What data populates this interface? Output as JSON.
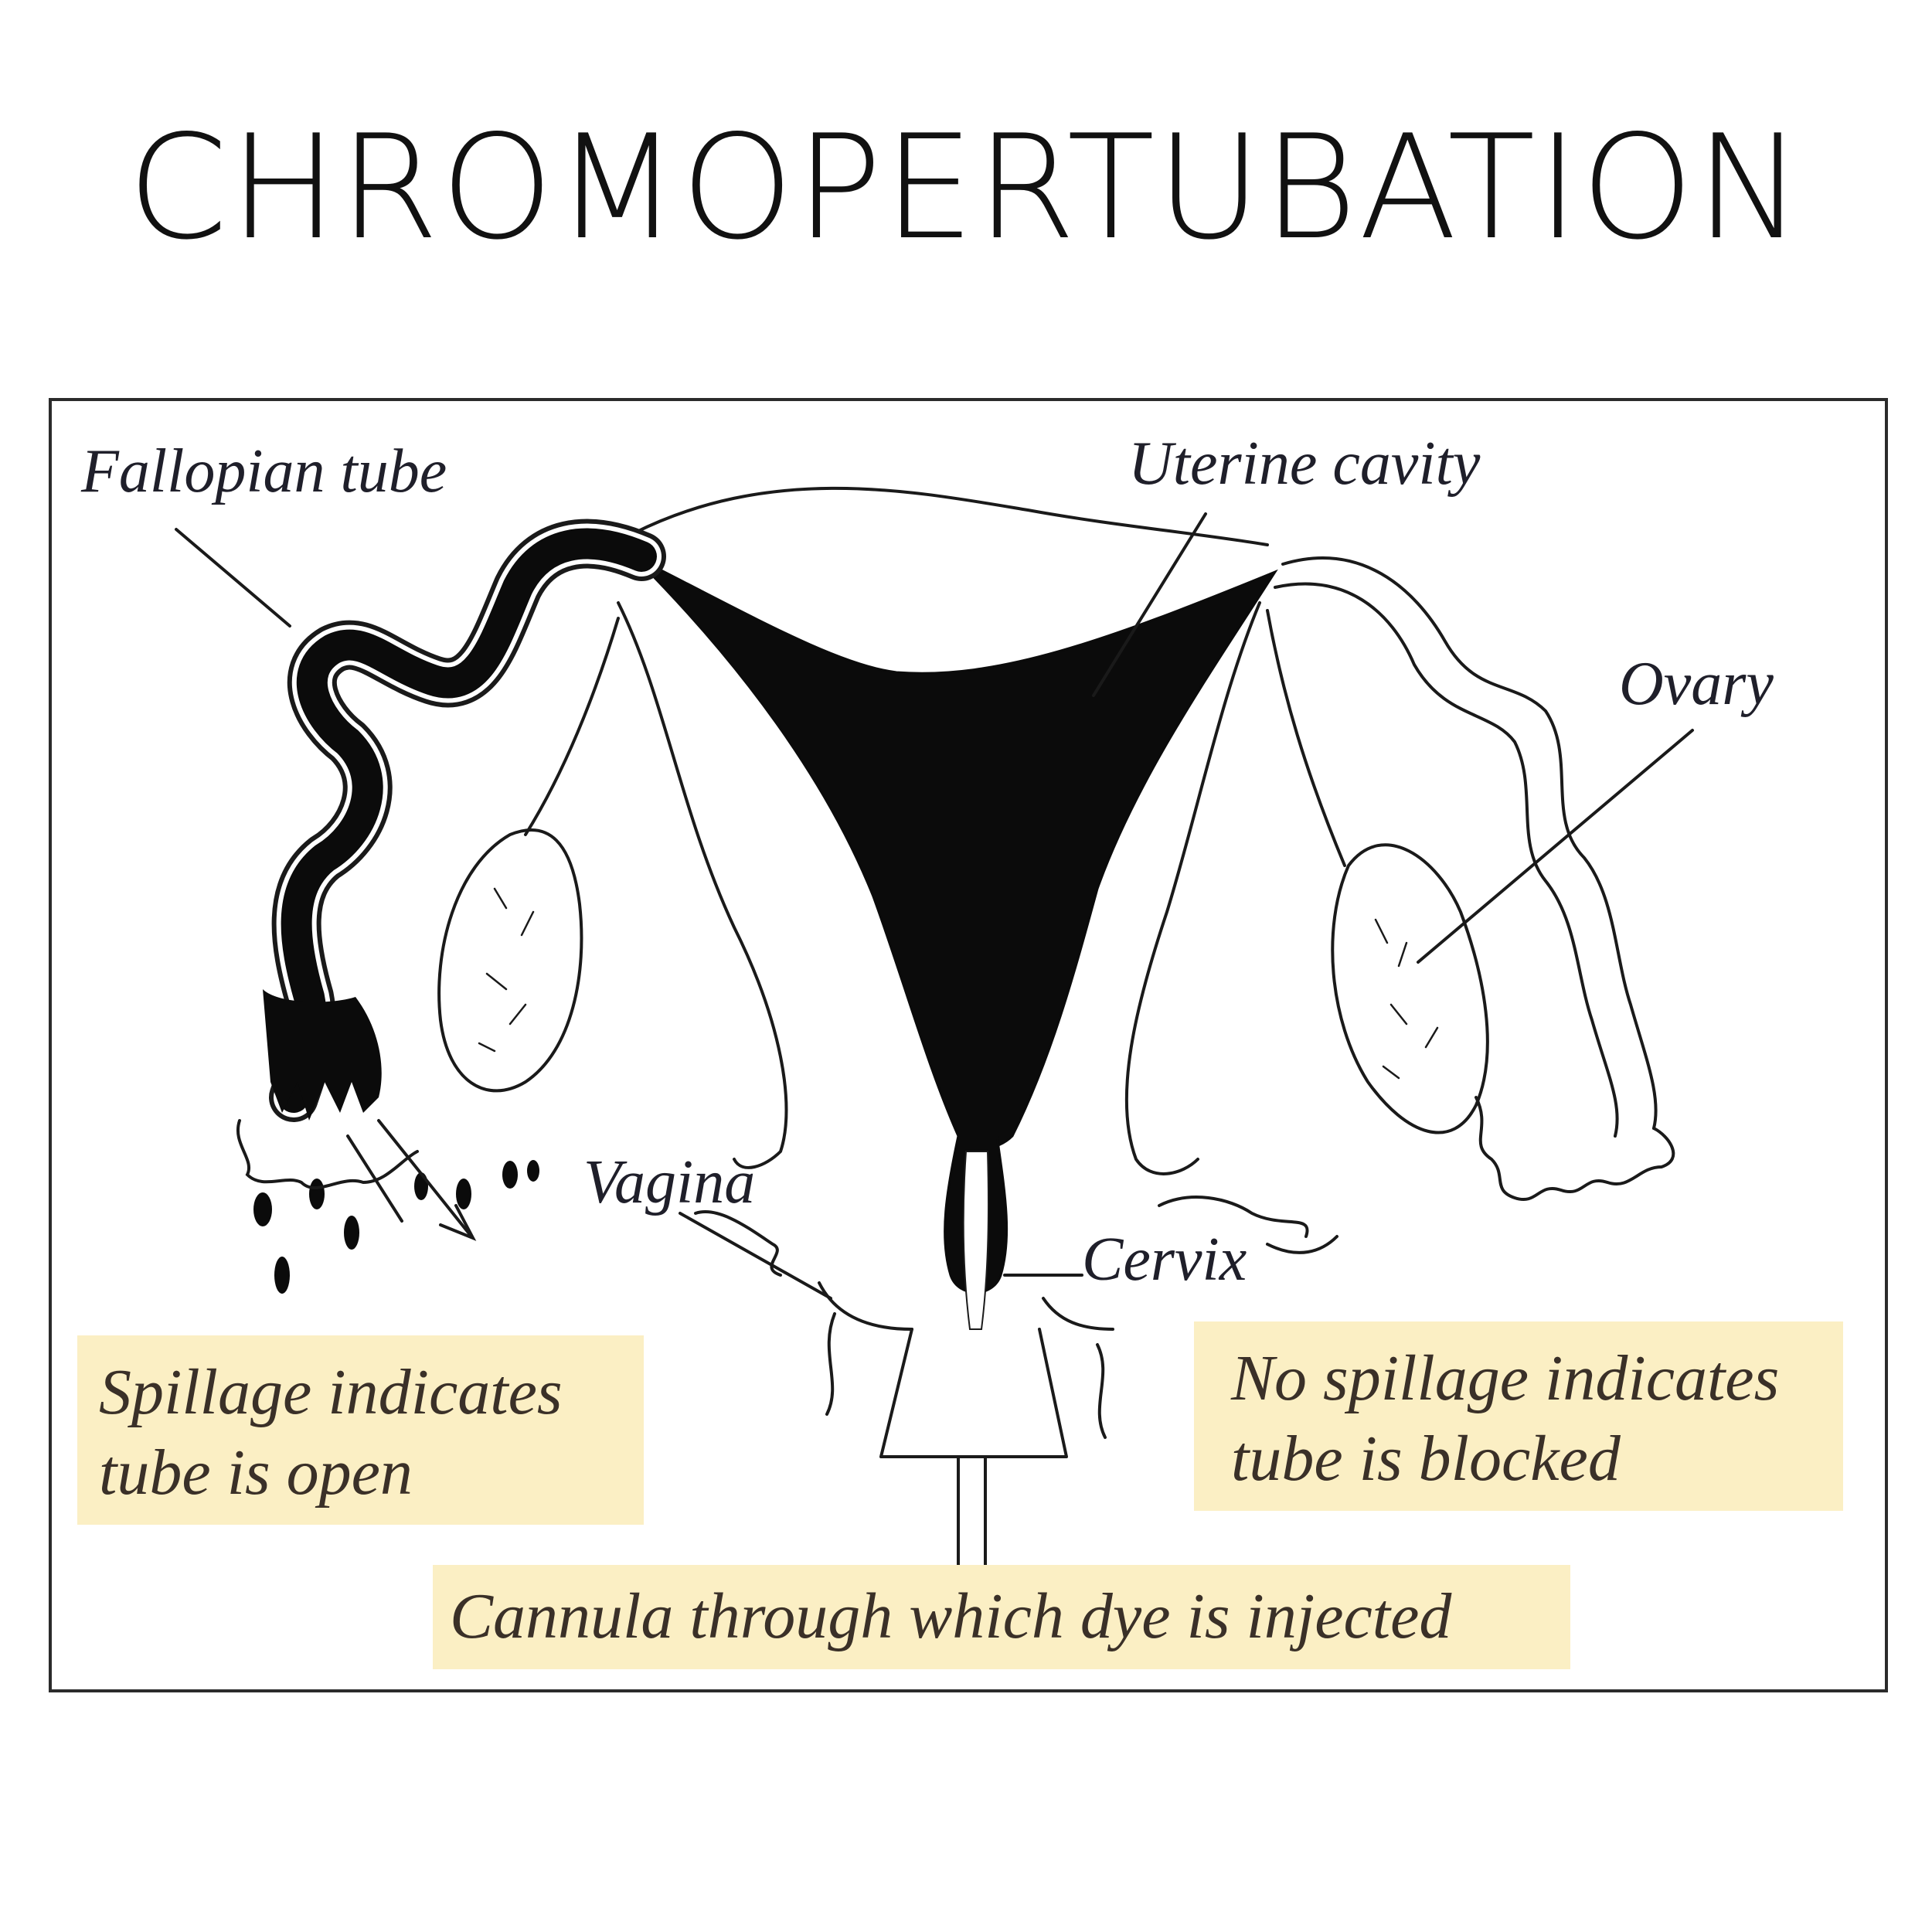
{
  "title": "CHROMOPERTUBATION",
  "labels": {
    "fallopian_tube": "Fallopian tube",
    "uterine_cavity": "Uterine cavity",
    "ovary": "Ovary",
    "vagina": "Vagina",
    "cervix": "Cervix"
  },
  "notes": {
    "spillage_open": [
      "Spillage indicates",
      "tube is open"
    ],
    "no_spillage_blocked": [
      "No spillage indicates",
      "tube is blocked"
    ],
    "cannula": "Cannula through which dye is injected"
  },
  "colors": {
    "dye": "#0b0b0b",
    "note_background": "#fbefc4",
    "outline": "#1a1a1a"
  }
}
